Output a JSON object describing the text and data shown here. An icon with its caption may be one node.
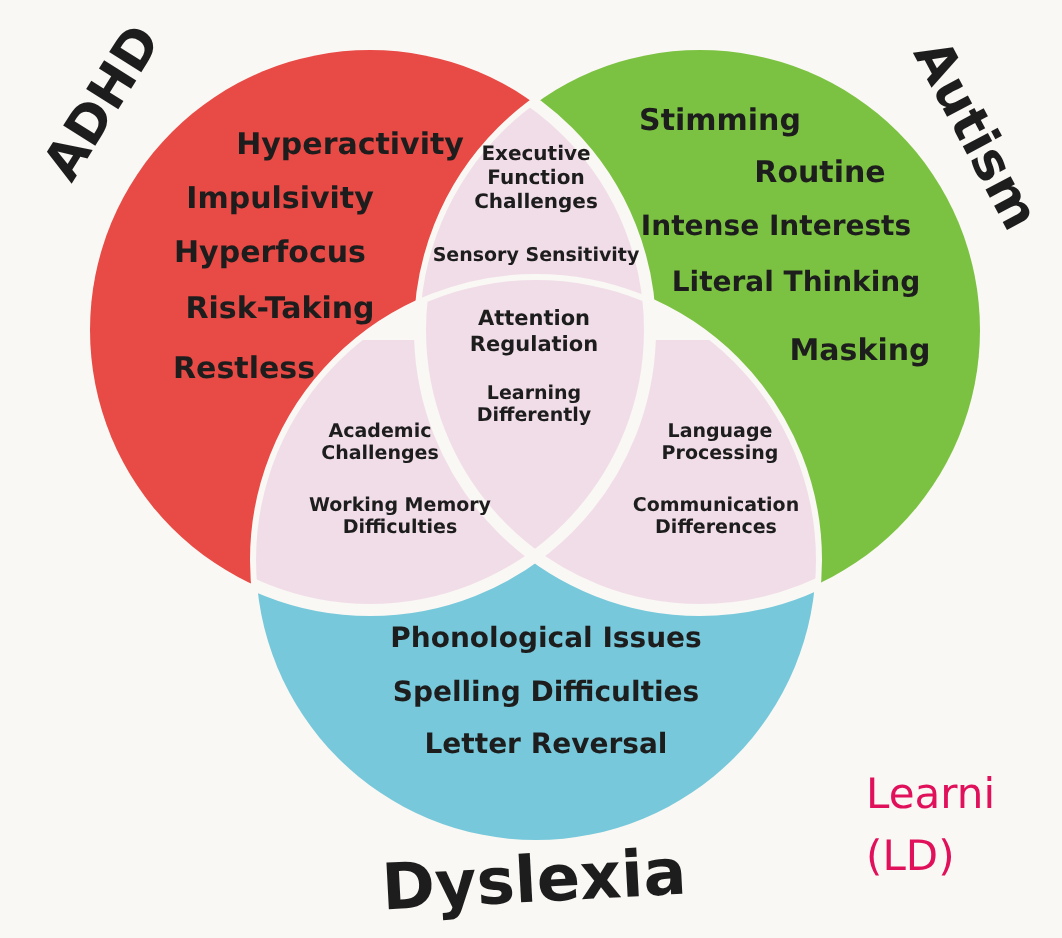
{
  "diagram": {
    "nodes": [
      {
        "text": [
          "ADHD",
          "Hyperactivity",
          "Impulsivity",
          "Hyperfocus",
          "Risk-Taking",
          "Restless"
        ]
      },
      {
        "text": [
          "Autism",
          "Stimming",
          "Routine",
          "Intense Interests",
          "Literal Thinking",
          "Masking"
        ]
      },
      {
        "text": [
          "Executive Function Challenges",
          "Sensory Sensitivity"
        ]
      },
      {
        "text": [
          "Attention Regulation",
          "Learning Differently"
        ]
      },
      {
        "text": [
          "Academic Challenges",
          "Working Memory Difficulties"
        ]
      },
      {
        "text": [
          "Language Processing",
          "Communication Differences"
        ]
      },
      {
        "text": [
          "Phonological Issues",
          "Spelling Difficulties",
          "Letter Reversal",
          "Dyslexia"
        ]
      }
    ],
    "labels": [
      "Learni",
      "(LD)"
    ]
  }
}
